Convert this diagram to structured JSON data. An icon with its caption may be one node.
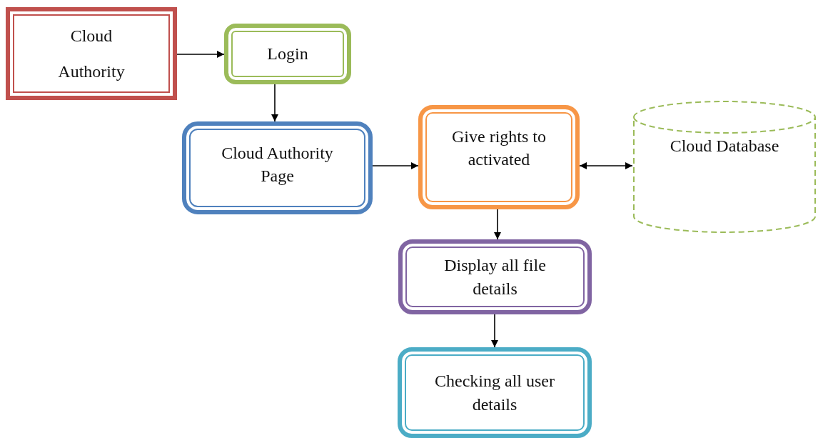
{
  "diagram": {
    "nodes": [
      {
        "text": [
          "Cloud Authority"
        ]
      },
      {
        "text": [
          "Login"
        ]
      },
      {
        "text": [
          "Cloud Authority Page"
        ]
      },
      {
        "text": [
          "Give rights to activated"
        ]
      },
      {
        "text": [
          "Cloud Database"
        ]
      },
      {
        "text": [
          "Display all file details"
        ]
      },
      {
        "text": [
          "Checking all user details"
        ]
      }
    ],
    "edges": [
      {
        "from": 0,
        "to": 1,
        "arrow": "to"
      },
      {
        "from": 1,
        "to": 2,
        "arrow": "to"
      },
      {
        "from": 2,
        "to": 3,
        "arrow": "to"
      },
      {
        "from": 3,
        "to": 4,
        "arrow": "both"
      },
      {
        "from": 3,
        "to": 5,
        "arrow": "to"
      },
      {
        "from": 5,
        "to": 6,
        "arrow": "to"
      }
    ]
  }
}
